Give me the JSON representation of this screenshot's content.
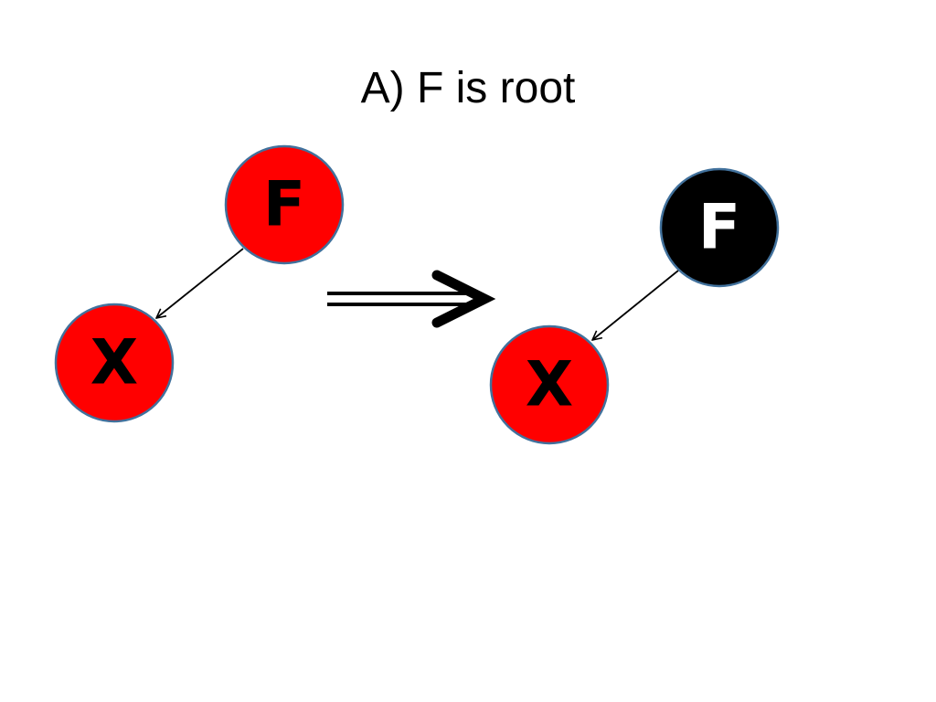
{
  "slide": {
    "title": "A) F is root"
  },
  "colors": {
    "red_node": "#ff0000",
    "black_node": "#000000",
    "node_border": "#41719c",
    "edge": "#000000",
    "label_on_red": "#000000",
    "label_on_black": "#ffffff"
  },
  "before": {
    "parent": {
      "label": "F",
      "color": "red"
    },
    "child": {
      "label": "X",
      "color": "red"
    }
  },
  "after": {
    "parent": {
      "label": "F",
      "color": "black"
    },
    "child": {
      "label": "X",
      "color": "red"
    }
  }
}
